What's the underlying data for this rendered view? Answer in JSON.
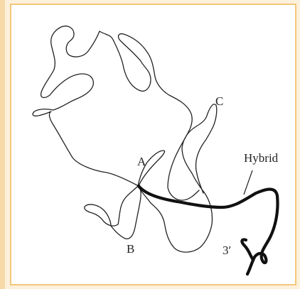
{
  "labels": {
    "a": "A",
    "b": "B",
    "c": "C",
    "hybrid": "Hybrid",
    "three_prime": "3′"
  },
  "colors": {
    "background": "#fdf1dc",
    "border": "#f3c779",
    "panel": "#ffffff",
    "strand": "#222222"
  }
}
